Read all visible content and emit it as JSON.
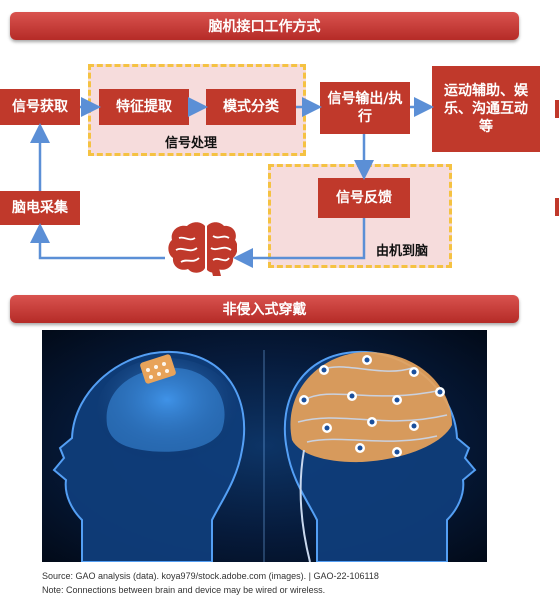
{
  "title_top": "脑机接口工作方式",
  "title_bottom": "非侵入式穿戴",
  "boxes": {
    "acquire": "信号获取",
    "feature": "特征提取",
    "classify": "模式分类",
    "output": "信号输出/执行",
    "apps": "运动辅助、娱乐、沟通互动等",
    "feedback": "信号反馈",
    "eeg": "脑电采集"
  },
  "labels": {
    "processing": "信号处理",
    "machine_to_brain": "由机到脑"
  },
  "icons": {
    "brain": "brain-icon"
  },
  "colors": {
    "accent": "#c0392b",
    "dash": "#f5c242",
    "panel": "#f6dcdc",
    "arrow": "#5b8fd6"
  },
  "caption": {
    "source": "Source: GAO analysis (data). koya979/stock.adobe.com (images).  |  GAO-22-106118",
    "note": "Note: Connections between brain and device may be wired or wireless."
  }
}
